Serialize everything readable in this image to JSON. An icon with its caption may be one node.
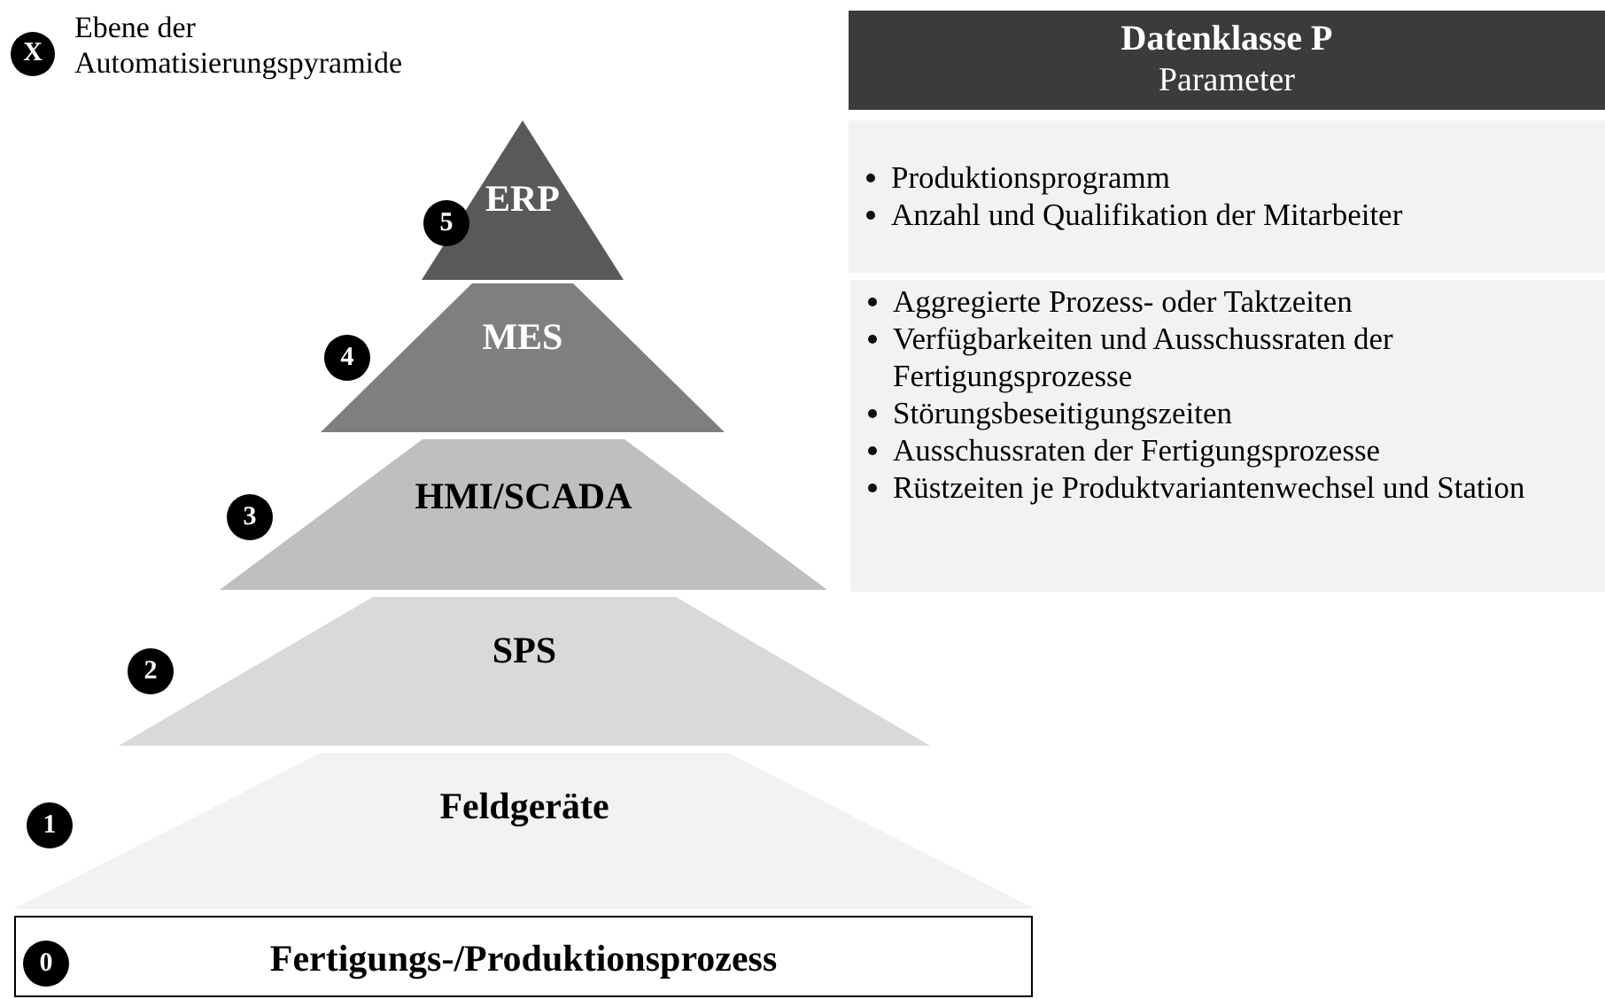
{
  "diagram": {
    "nodes": [
      {
        "text": [
          "X"
        ],
        "beside": [
          "Ebene der Automatisierungspyramide"
        ]
      },
      {
        "text": [
          "Datenklasse P",
          "Parameter"
        ]
      },
      {
        "text": [
          "ERP"
        ]
      },
      {
        "text": [
          "5"
        ]
      },
      {
        "text": [
          "Produktionsprogramm",
          "Anzahl und Qualifikation der Mitarbeiter"
        ]
      },
      {
        "text": [
          "MES"
        ]
      },
      {
        "text": [
          "4"
        ]
      },
      {
        "text": [
          "Aggregierte Prozess- oder Taktzeiten",
          "Verfügbarkeiten und Ausschussraten der Fertigungsprozesse",
          "Störungsbeseitigungszeiten",
          "Ausschussraten der Fertigungsprozesse",
          "Rüstzeiten je Produktvariantenwechsel und Station"
        ]
      },
      {
        "text": [
          "HMI/SCADA"
        ]
      },
      {
        "text": [
          "3"
        ]
      },
      {
        "text": [
          "SPS"
        ]
      },
      {
        "text": [
          "2"
        ]
      },
      {
        "text": [
          "Feldgeräte"
        ]
      },
      {
        "text": [
          "1"
        ]
      },
      {
        "text": [
          "Fertigungs-/Produktionsprozess"
        ]
      },
      {
        "text": [
          "0"
        ],
        "in": 14
      }
    ]
  }
}
